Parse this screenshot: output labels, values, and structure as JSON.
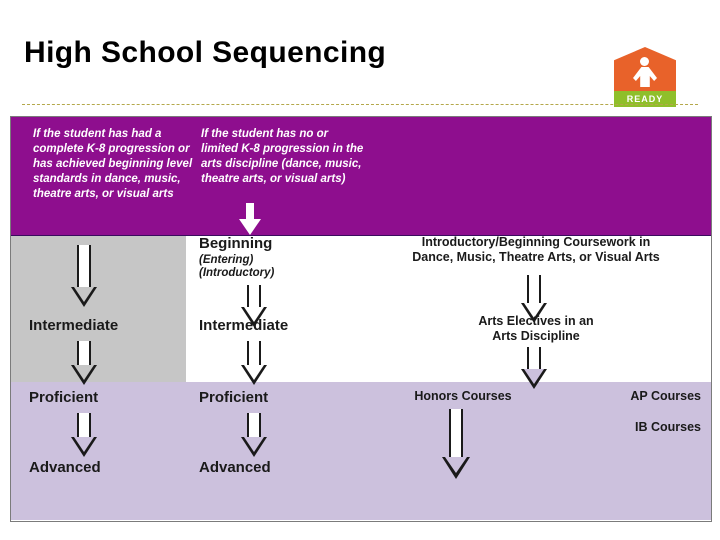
{
  "slide": {
    "title": "High School Sequencing"
  },
  "logo": {
    "name": "ready-logo",
    "band_text": "READY"
  },
  "diagram": {
    "purple_notes": [
      "If the student has had a complete K-8 progression or has achieved beginning level standards in dance, music, theatre arts, or visual arts",
      "If the student has no or limited K-8 progression in the arts discipline (dance, music, theatre arts, or visual arts)"
    ],
    "column1": {
      "levels": [
        "Intermediate",
        "Proficient",
        "Advanced"
      ]
    },
    "column2": {
      "beginning": "Beginning",
      "beginning_sub": "(Entering)\n(Introductory)",
      "levels": [
        "Intermediate",
        "Proficient",
        "Advanced"
      ]
    },
    "column3": {
      "intro_coursework": "Introductory/Beginning Coursework in\nDance, Music, Theatre Arts, or Visual Arts",
      "electives": "Arts Electives in an\nArts Discipline",
      "honors": "Honors Courses"
    },
    "column4": {
      "ap": "AP Courses",
      "ib": "IB Courses"
    },
    "colors": {
      "purple_band": "#8E0E8E",
      "grey_column": "#C6C6C6",
      "lavender_band": "#CCC1DD",
      "logo_orange": "#E8622A",
      "logo_green": "#8FBF2A",
      "dashed_rule": "#B4A84A"
    }
  }
}
